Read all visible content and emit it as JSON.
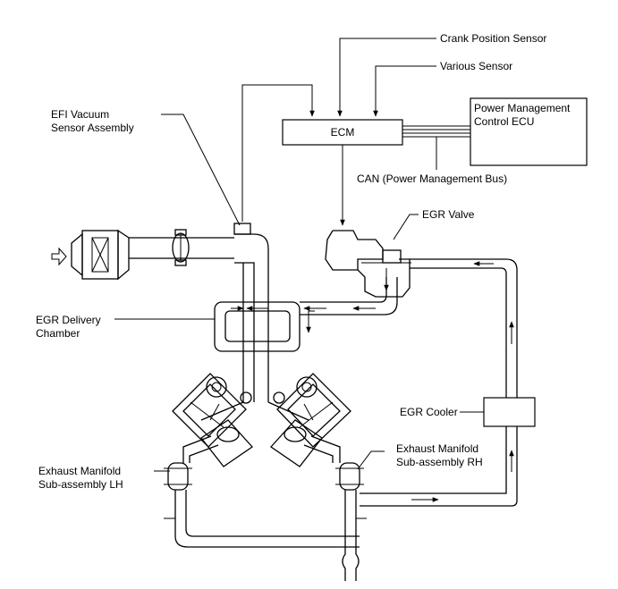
{
  "labels": {
    "crank_position_sensor": "Crank Position Sensor",
    "various_sensor": "Various Sensor",
    "efi_vacuum_line1": "EFI Vacuum",
    "efi_vacuum_line2": "Sensor Assembly",
    "ecm": "ECM",
    "pm_ecu_line1": "Power Management",
    "pm_ecu_line2": "Control ECU",
    "can_bus": "CAN (Power Management Bus)",
    "egr_valve": "EGR Valve",
    "egr_delivery_line1": "EGR Delivery",
    "egr_delivery_line2": "Chamber",
    "egr_cooler": "EGR Cooler",
    "exh_lh_line1": "Exhaust Manifold",
    "exh_lh_line2": "Sub-assembly LH",
    "exh_rh_line1": "Exhaust Manifold",
    "exh_rh_line2": "Sub-assembly RH"
  }
}
